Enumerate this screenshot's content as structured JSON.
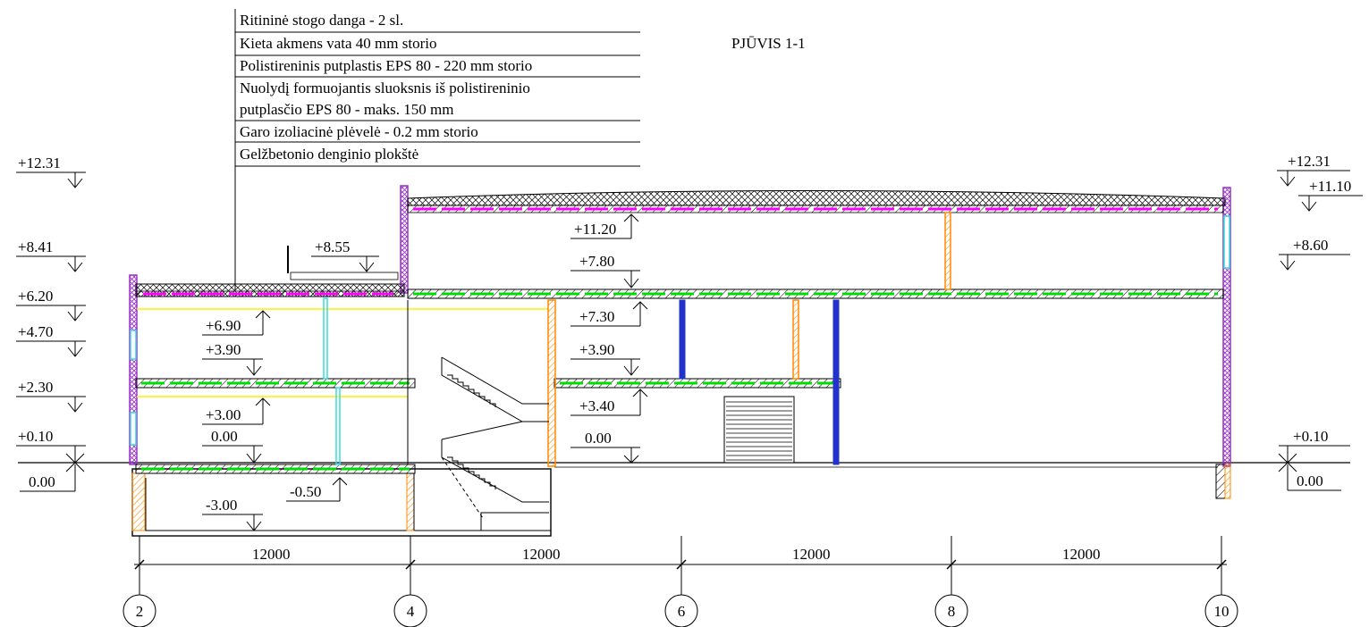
{
  "title": "PJŪVIS 1-1",
  "layers": [
    "Ritininė stogo danga - 2 sl.",
    "Kieta akmens vata 40 mm storio",
    "Polistireninis putplastis EPS 80 - 220 mm storio",
    "Nuolydį formuojantis sluoksnis iš polistireninio",
    "putplasčio EPS 80 - maks. 150 mm",
    "Garo izoliacinė plėvelė - 0.2 mm storio",
    "Gelžbetonio denginio plokštė"
  ],
  "levels": {
    "left_1231": "+12.31",
    "left_841": "+8.41",
    "left_620": "+6.20",
    "left_470": "+4.70",
    "left_230": "+2.30",
    "left_010": "+0.10",
    "left_000": "0.00",
    "inner_855": "+8.55",
    "inner_690": "+6.90",
    "inner_390a": "+3.90",
    "inner_300": "+3.00",
    "inner_000a": "0.00",
    "inner_m050": "-0.50",
    "inner_m300": "-3.00",
    "mid_1120": "+11.20",
    "mid_780": "+7.80",
    "mid_730": "+7.30",
    "mid_390": "+3.90",
    "mid_340": "+3.40",
    "mid_000": "0.00",
    "right_1231": "+12.31",
    "right_1110": "+11.10",
    "right_860": "+8.60",
    "right_010": "+0.10",
    "right_000": "0.00"
  },
  "dimensions": [
    "12000",
    "12000",
    "12000",
    "12000"
  ],
  "axes": [
    "2",
    "4",
    "6",
    "8",
    "10"
  ],
  "colors": {
    "wall": "#9933cc",
    "insulation": "#ff00ff",
    "slab_fill": "#00dd00",
    "window": "#33dddd",
    "column_orange": "#ff8800",
    "column_blue": "#2233cc",
    "beam_yellow": "#ffee00"
  }
}
